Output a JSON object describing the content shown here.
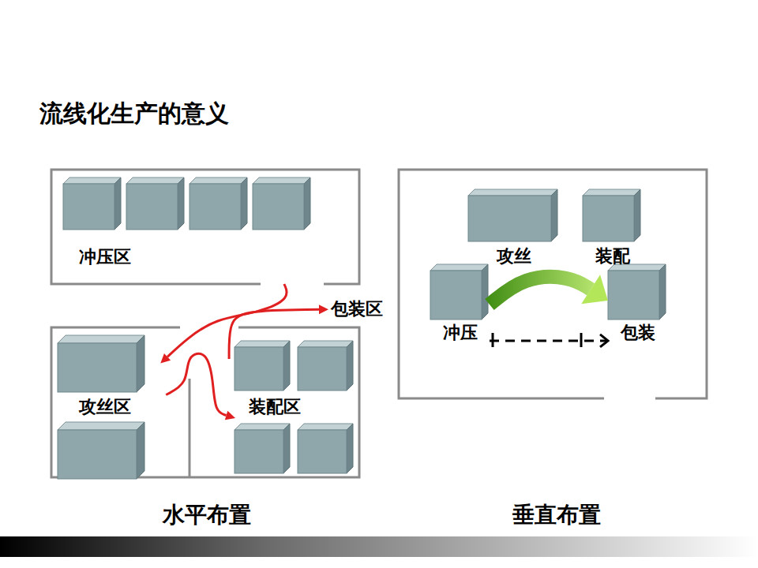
{
  "diagram": {
    "title": "流线化生产的意义",
    "nodes": [
      {
        "text": [
          "冲压区"
        ]
      },
      {
        "text": [
          "攻丝区"
        ]
      },
      {
        "text": [
          "装配区"
        ]
      },
      {
        "text": [
          "包装区"
        ]
      },
      {
        "text": [
          "攻丝"
        ]
      },
      {
        "text": [
          "装配"
        ]
      },
      {
        "text": [
          "冲压"
        ]
      },
      {
        "text": [
          "包装"
        ]
      }
    ],
    "edges": [
      {
        "from": 0,
        "to": 1,
        "arrow": "to"
      },
      {
        "from": 1,
        "to": 2,
        "arrow": "to"
      },
      {
        "from": 2,
        "to": 3,
        "arrow": "to"
      },
      {
        "from": 6,
        "to": 7,
        "arrow": "to"
      },
      {
        "from": 6,
        "to": 7,
        "arrow": "to"
      }
    ],
    "labels": [
      "水平布置",
      "垂直布置"
    ]
  }
}
